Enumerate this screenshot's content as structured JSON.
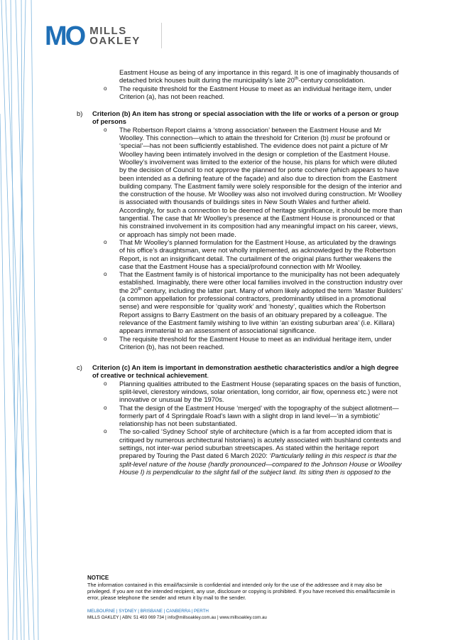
{
  "logo": {
    "mark": "MO",
    "line1": "MILLS",
    "line2": "OAKLEY"
  },
  "intro": {
    "text": "Eastment House as being of any importance in this regard. It is one of imaginably thousands of detached brick houses built during the municipality’s late 20",
    "sup": "th",
    "tail": "-century consolidation."
  },
  "a_threshold": "The requisite threshold for the Eastment House to meet as an individual heritage item, under Criterion (a), has not been reached.",
  "sec_b": {
    "letter": "b)",
    "heading": "Criterion (b) An item has strong or special association with the life or works of a person or group of persons",
    "b1_pre": "The Robertson Report claims a ‘strong association’ between the Eastment House and Mr Woolley. This connection—which to attain the threshold for Criterion (b) ",
    "b1_em": "must",
    "b1_post": " be profound or ‘special’—has not been sufficiently established. The evidence does not paint a picture of Mr Woolley having been intimately involved in the design or completion of the Eastment House. Woolley’s involvement was limited to the exterior of the house, his plans for which were diluted by the decision of Council to not approve the planned for porte cochere (which appears to have been intended as a defining feature of the façade) and also due to direction from the Eastment building company. The Eastment family were solely responsible for the design of the interior and the construction of the house. Mr Woolley was also not involved during construction. Mr Woolley is associated with thousands of buildings sites in New South Wales and further afield. Accordingly, for such a connection to be deemed of heritage significance, it should be more than tangential. The case that Mr Woolley’s presence at the Eastment House is pronounced or that his constrained involvement in its composition had any meaningful impact on his career, views, or approach has simply not been made.",
    "b2": "That Mr Woolley’s planned formulation for the Eastment House, as articulated by the drawings of his office’s draughtsman, were not wholly implemented, as acknowledged by the Robertson Report, is not an insignificant detail. The curtailment of the original plans further weakens the case that the Eastment House has a special/profound connection with Mr Woolley.",
    "b3_pre": "That the Eastment family is of historical importance to the municipality has not been adequately established. Imaginably, there were other local families involved in the construction industry over the 20",
    "b3_sup": "th",
    "b3_post": " century, including the latter part. Many of whom likely adopted the term ‘Master Builders’ (a common appellation for professional contractors, predominantly utilised in a promotional sense) and were responsible for ‘quality work’ and ‘honesty’, qualities which the Robertson Report assigns to Barry Eastment on the basis of an obituary prepared by a colleague. The relevance of the Eastment family wishing to live within ‘an existing suburban area’ (i.e. Killara) appears immaterial to an assessment of associational significance.",
    "b4": "The requisite threshold for the Eastment House to meet as an individual heritage item, under Criterion (b), has not been reached."
  },
  "sec_c": {
    "letter": "c)",
    "heading": "Criterion (c) An item is important in demonstration aesthetic characteristics and/or a high degree of creative or technical achievement",
    "heading_tail": ".",
    "c1": "Planning qualities attributed to the Eastment House (separating spaces on the basis of function, split-level, clerestory windows, solar orientation, long corridor, air flow, openness etc.) were not innovative or unusual by the 1970s.",
    "c2": "That the design of the Eastment House ‘merged’ with the topography of the subject allotment—formerly part of 4 Springdale Road’s lawn with a slight drop in land level—‘in a symbiotic’ relationship has not been substantiated.",
    "c3_pre": "The so-called ‘Sydney School’ style of architecture (which is a far from accepted idiom that is critiqued by numerous architectural historians) is acutely associated with bushland contexts and settings, not inter-war period suburban streetscapes. As stated within the heritage report prepared by Touring the Past dated 6 March 2020: ",
    "c3_em": "‘Particularly telling in this respect is that the split-level nature of the house (hardly pronounced—compared to the Johnson House or Woolley House I) is perpendicular to the slight fall of the subject land. Its siting then is opposed to the"
  },
  "bullet_mark": "o",
  "notice": {
    "title": "NOTICE",
    "text": "The information contained in this email/facsimile is confidential and intended only for the use of the addressee and it may also be privileged. If you are not the intended recipient, any use, disclosure or copying is prohibited. If you have received this email/facsimile in error, please telephone the sender and return it by mail to the sender."
  },
  "footer": {
    "cities": "MELBOURNE | SYDNEY | BRISBANE | CANBERRA | PERTH",
    "details": "MILLS OAKLEY   |   ABN: 51 493 069 734   |   info@millsoakley.com.au   |   www.millsoakley.com.au"
  },
  "colors": {
    "brand": "#1f6fb6",
    "decor_lines": "#7fb6de"
  }
}
